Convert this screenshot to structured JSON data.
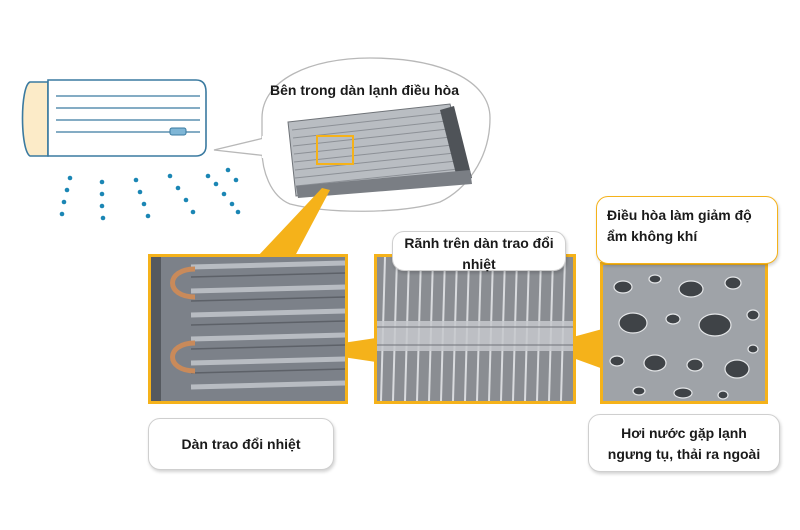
{
  "colors": {
    "accent": "#f5b21a",
    "drops": "#1b86b4",
    "unit_outline": "#3a7aa0"
  },
  "labels": {
    "inside_unit_title": "Bên trong dàn lạnh điều hòa",
    "heat_exchanger": "Dàn trao đổi nhiệt",
    "grooves": "Rãnh trên dàn trao đổi nhiệt",
    "humidity": "Điều hòa làm giảm độ ẩm không khí",
    "condensation": "Hơi nước gặp lạnh ngưng tụ, thải ra ngoài"
  },
  "icons": {
    "ac_unit": "air-conditioner-icon",
    "air_flow": "air-flow-dots-icon"
  }
}
